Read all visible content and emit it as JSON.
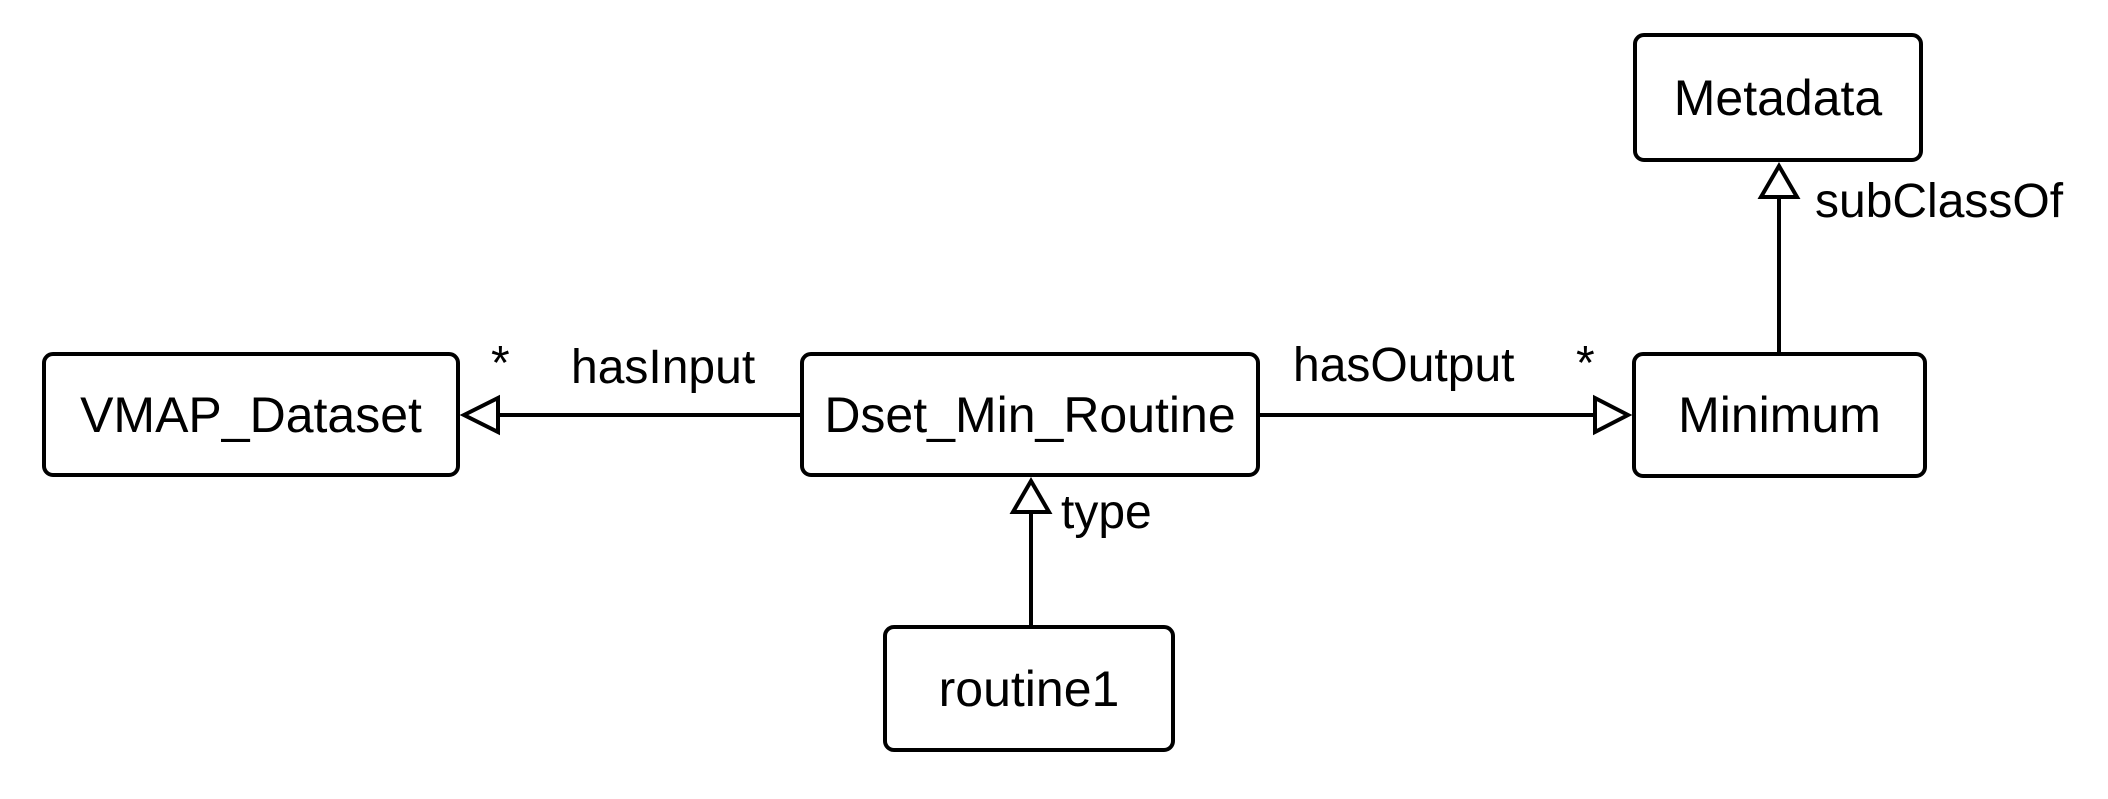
{
  "diagram": {
    "background_color": "#ffffff",
    "stroke_color": "#000000",
    "nodes": [
      {
        "id": "vmap_dataset",
        "label": "VMAP_Dataset"
      },
      {
        "id": "dset_min_routine",
        "label": "Dset_Min_Routine"
      },
      {
        "id": "minimum",
        "label": "Minimum"
      },
      {
        "id": "metadata",
        "label": "Metadata"
      },
      {
        "id": "routine1",
        "label": "routine1"
      }
    ],
    "edges": [
      {
        "label": "hasInput",
        "from": "Dset_Min_Routine",
        "to": "VMAP_Dataset",
        "multiplicity": "*",
        "arrowhead": "hollow-triangle",
        "direction": "left"
      },
      {
        "label": "hasOutput",
        "from": "Dset_Min_Routine",
        "to": "Minimum",
        "multiplicity": "*",
        "arrowhead": "hollow-triangle",
        "direction": "right"
      },
      {
        "label": "type",
        "from": "routine1",
        "to": "Dset_Min_Routine",
        "multiplicity": "",
        "arrowhead": "hollow-triangle",
        "direction": "up"
      },
      {
        "label": "subClassOf",
        "from": "Minimum",
        "to": "Metadata",
        "multiplicity": "",
        "arrowhead": "hollow-triangle",
        "direction": "up"
      }
    ]
  }
}
